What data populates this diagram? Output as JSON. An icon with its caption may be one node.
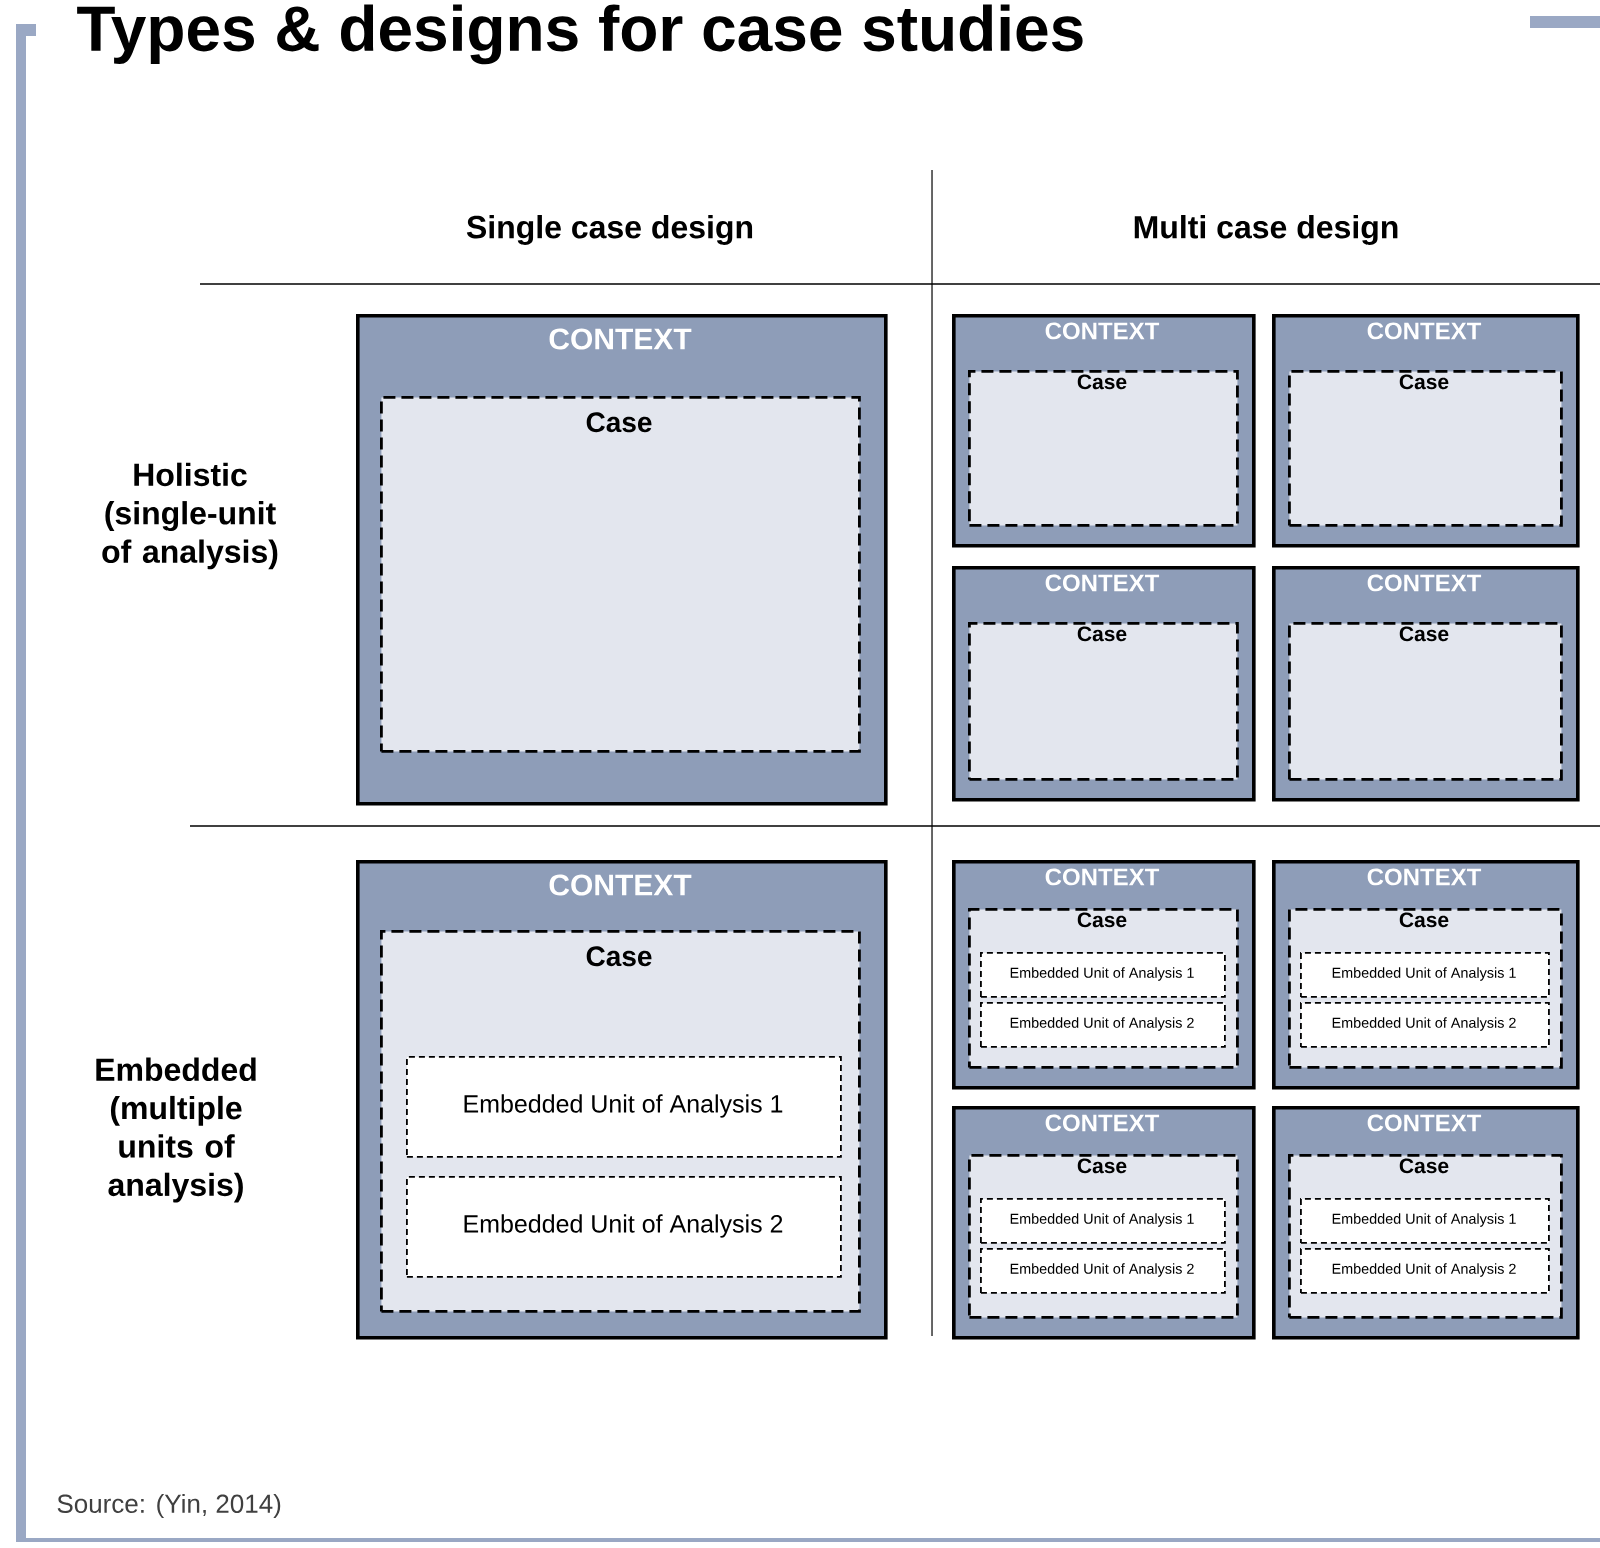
{
  "diagram": {
    "title": "Types & designs for case studies",
    "nodes": [
      {
        "text": [
          "CONTEXT"
        ]
      },
      {
        "text": [
          "Case"
        ],
        "in": 0
      },
      {
        "text": [
          "CONTEXT"
        ]
      },
      {
        "text": [
          "Case"
        ],
        "in": 2
      },
      {
        "text": [
          "CONTEXT"
        ]
      },
      {
        "text": [
          "Case"
        ],
        "in": 4
      },
      {
        "text": [
          "CONTEXT"
        ]
      },
      {
        "text": [
          "Case"
        ],
        "in": 6
      },
      {
        "text": [
          "CONTEXT"
        ]
      },
      {
        "text": [
          "Case"
        ],
        "in": 8
      },
      {
        "text": [
          "CONTEXT"
        ]
      },
      {
        "text": [
          "Case"
        ],
        "in": 10
      },
      {
        "text": [
          "Embedded Unit of Analysis 1"
        ],
        "in": 11
      },
      {
        "text": [
          "Embedded Unit of Analysis 2"
        ],
        "in": 11
      },
      {
        "text": [
          "CONTEXT"
        ]
      },
      {
        "text": [
          "Case"
        ],
        "in": 14
      },
      {
        "text": [
          "Embedded Unit of Analysis 1"
        ],
        "in": 15
      },
      {
        "text": [
          "Embedded Unit of Analysis 2"
        ],
        "in": 15
      },
      {
        "text": [
          "CONTEXT"
        ]
      },
      {
        "text": [
          "Case"
        ],
        "in": 18
      },
      {
        "text": [
          "Embedded Unit of Analysis 1"
        ],
        "in": 19
      },
      {
        "text": [
          "Embedded Unit of Analysis 2"
        ],
        "in": 19
      },
      {
        "text": [
          "CONTEXT"
        ]
      },
      {
        "text": [
          "Case"
        ],
        "in": 22
      },
      {
        "text": [
          "Embedded Unit of Analysis 1"
        ],
        "in": 23
      },
      {
        "text": [
          "Embedded Unit of Analysis 2"
        ],
        "in": 23
      },
      {
        "text": [
          "CONTEXT"
        ]
      },
      {
        "text": [
          "Case"
        ],
        "in": 26
      },
      {
        "text": [
          "Embedded Unit of Analysis 1"
        ],
        "in": 27
      },
      {
        "text": [
          "Embedded Unit of Analysis 2"
        ],
        "in": 27
      }
    ],
    "labels": [
      "Single case design",
      "Multi case design",
      "Holistic (single-unit of analysis)",
      "Embedded (multiple units of analysis)",
      "Source: (Yin, 2014)"
    ]
  }
}
